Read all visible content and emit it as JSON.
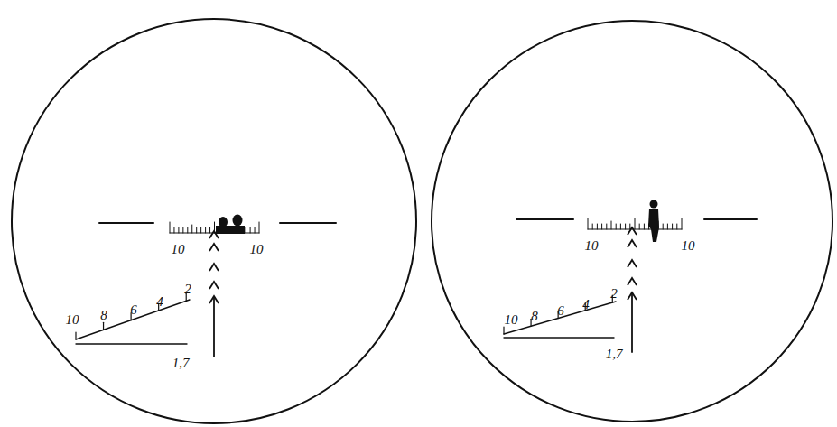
{
  "diagram": {
    "labels": [
      "10",
      "10",
      "10",
      "8",
      "6",
      "4",
      "2",
      "1,7",
      "10",
      "10",
      "10",
      "8",
      "6",
      "4",
      "2",
      "1,7"
    ]
  }
}
